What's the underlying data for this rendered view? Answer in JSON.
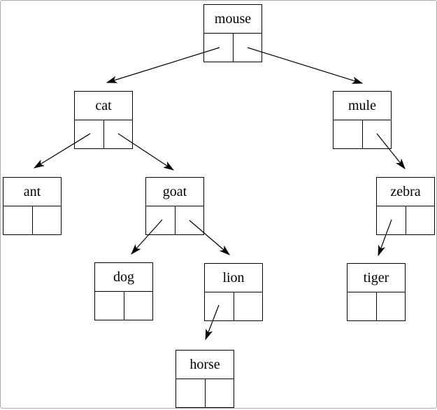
{
  "diagram": {
    "type": "binary-search-tree",
    "nodes": [
      {
        "id": "mouse",
        "label": "mouse"
      },
      {
        "id": "cat",
        "label": "cat"
      },
      {
        "id": "mule",
        "label": "mule"
      },
      {
        "id": "ant",
        "label": "ant"
      },
      {
        "id": "goat",
        "label": "goat"
      },
      {
        "id": "zebra",
        "label": "zebra"
      },
      {
        "id": "dog",
        "label": "dog"
      },
      {
        "id": "lion",
        "label": "lion"
      },
      {
        "id": "tiger",
        "label": "tiger"
      },
      {
        "id": "horse",
        "label": "horse"
      }
    ],
    "edges": [
      {
        "from": "mouse",
        "pointer": "left",
        "to": "cat"
      },
      {
        "from": "mouse",
        "pointer": "right",
        "to": "mule"
      },
      {
        "from": "cat",
        "pointer": "left",
        "to": "ant"
      },
      {
        "from": "cat",
        "pointer": "right",
        "to": "goat"
      },
      {
        "from": "goat",
        "pointer": "left",
        "to": "dog"
      },
      {
        "from": "goat",
        "pointer": "right",
        "to": "lion"
      },
      {
        "from": "mule",
        "pointer": "right",
        "to": "zebra"
      },
      {
        "from": "zebra",
        "pointer": "left",
        "to": "tiger"
      },
      {
        "from": "lion",
        "pointer": "left",
        "to": "horse"
      }
    ],
    "colors": {
      "line": "#000000",
      "text": "#000000",
      "background": "#ffffff",
      "page_border": "#ababab"
    }
  }
}
